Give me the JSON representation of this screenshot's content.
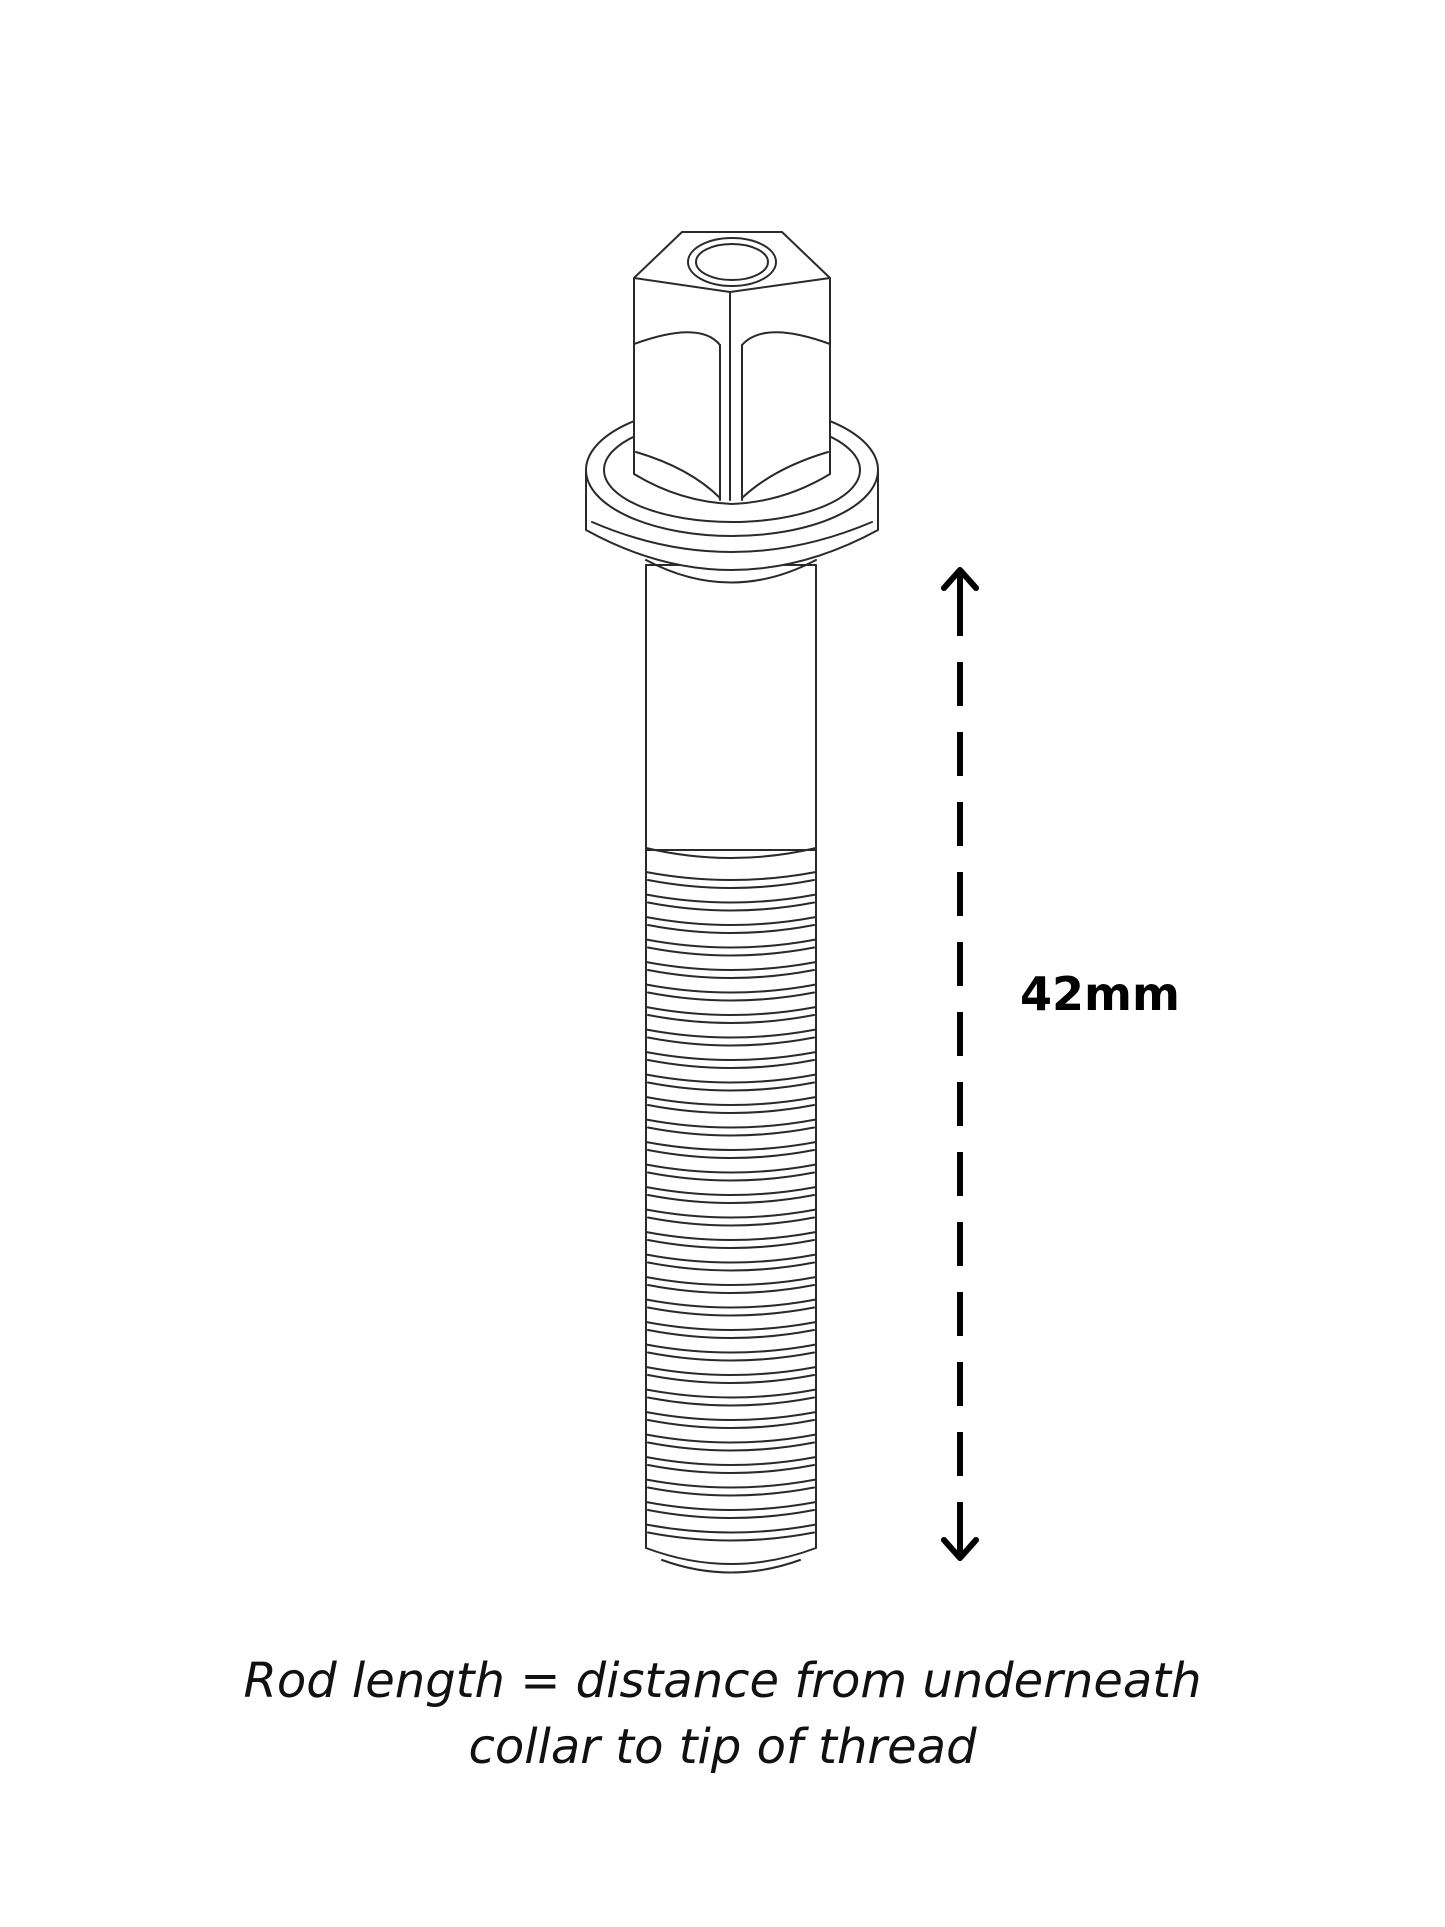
{
  "dimension": {
    "label": "42mm"
  },
  "caption": {
    "line1": "Rod length = distance from underneath",
    "line2": "collar to tip of thread"
  },
  "colors": {
    "ink": "#000000",
    "part_stroke": "#2a2a2a",
    "background": "#ffffff"
  }
}
